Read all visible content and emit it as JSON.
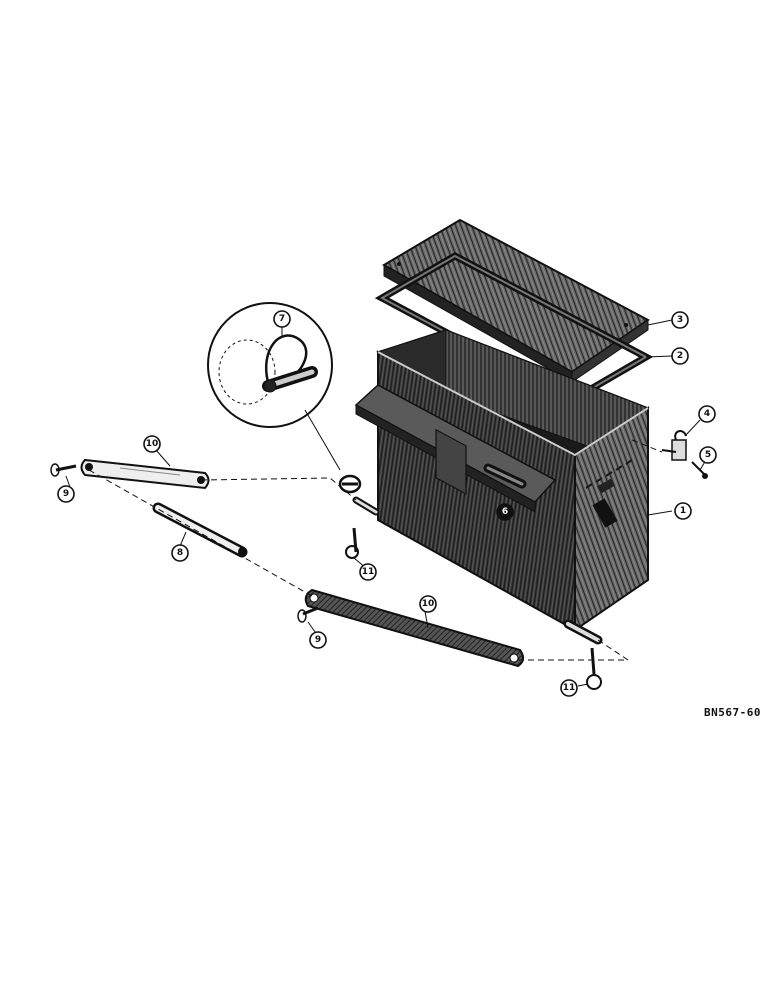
{
  "figure": {
    "code": "BN567-60",
    "colors": {
      "ink": "#111111",
      "metal_dark": "#2a2a2a",
      "metal_mid": "#555555",
      "paper": "#ffffff"
    }
  },
  "callouts": [
    {
      "id": "c1",
      "label": "1"
    },
    {
      "id": "c2",
      "label": "2"
    },
    {
      "id": "c3",
      "label": "3"
    },
    {
      "id": "c4",
      "label": "4"
    },
    {
      "id": "c5",
      "label": "5"
    },
    {
      "id": "c6",
      "label": "6"
    },
    {
      "id": "c7",
      "label": "7"
    },
    {
      "id": "c8",
      "label": "8"
    },
    {
      "id": "c9a",
      "label": "9"
    },
    {
      "id": "c9b",
      "label": "9"
    },
    {
      "id": "c10a",
      "label": "10"
    },
    {
      "id": "c10b",
      "label": "10"
    },
    {
      "id": "c11a",
      "label": "11"
    },
    {
      "id": "c11b",
      "label": "11"
    }
  ]
}
